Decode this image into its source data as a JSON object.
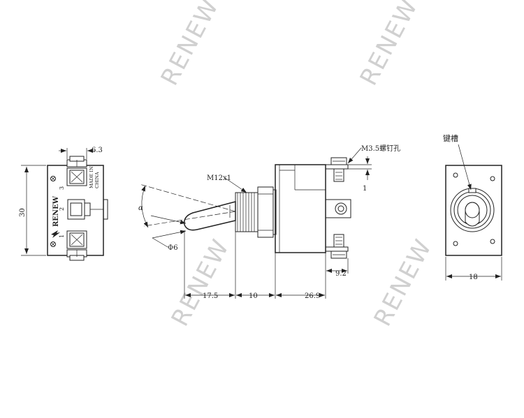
{
  "watermark": {
    "text": "RENEW"
  },
  "front_view": {
    "height_dim": "30",
    "terminal_spacing_dim": "6.3",
    "brand": "RENEW",
    "made_in_line1": "MADE IN",
    "made_in_line2": "CHINA",
    "terminal_labels": [
      "3",
      "2",
      "1"
    ]
  },
  "side_view": {
    "thread_label": "M12x1",
    "screw_label": "M3.5螺钉孔",
    "screw_gap_dim": "1",
    "angle_label": "α",
    "lever_diameter": "Φ6",
    "length_dims": [
      "17.5",
      "10",
      "26.9"
    ],
    "terminal_dim": "9.2"
  },
  "end_view": {
    "keyway_label": "键槽",
    "width_dim": "18"
  }
}
